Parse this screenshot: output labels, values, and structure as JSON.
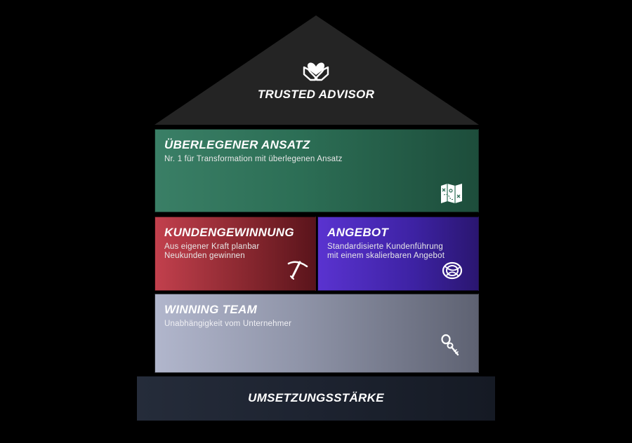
{
  "roof": {
    "title": "TRUSTED ADVISOR",
    "icon": "heart-hands-icon",
    "color": "#242424"
  },
  "blocks": {
    "approach": {
      "title": "ÜBERLEGENER ANSATZ",
      "description": "Nr. 1 für Transformation mit überlegenen Ansatz",
      "icon": "map-icon",
      "color": "#2c6e55"
    },
    "acquisition": {
      "title": "KUNDENGEWINNUNG",
      "description_line1": "Aus eigener Kraft planbar",
      "description_line2": "Neukunden gewinnen",
      "icon": "ice-axe-icon",
      "color": "#a8323e"
    },
    "offer": {
      "title": "ANGEBOT",
      "description_line1": "Standardisierte Kundenführung",
      "description_line2": "mit einem skalierbaren Angebot",
      "icon": "rope-icon",
      "color": "#4a2ab8"
    },
    "team": {
      "title": "WINNING TEAM",
      "description": "Unabhängigkeit vom Unternehmer",
      "icon": "carabiner-icon",
      "color": "#9a9fb3"
    }
  },
  "foundation": {
    "title": "UMSETZUNGSSTÄRKE",
    "color": "#1d2330"
  }
}
